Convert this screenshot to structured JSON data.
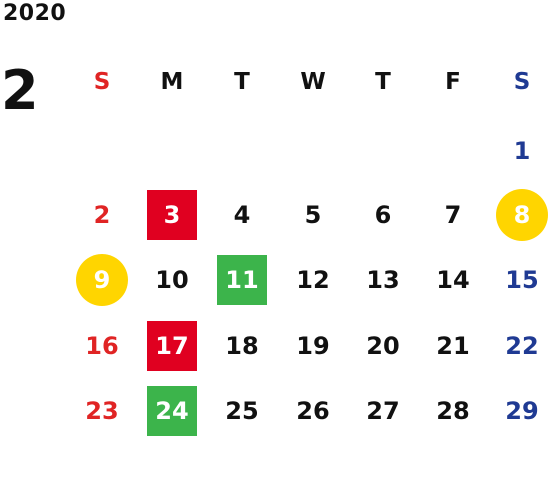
{
  "calendar": {
    "year": "2020",
    "month": "2",
    "weekdays": [
      "S",
      "M",
      "T",
      "W",
      "T",
      "F",
      "S"
    ],
    "weekday_colors": [
      "#e02424",
      "#111111",
      "#111111",
      "#111111",
      "#111111",
      "#111111",
      "#1f3a93"
    ],
    "weeks": [
      [
        "",
        "",
        "",
        "",
        "",
        "",
        "1"
      ],
      [
        "2",
        "3",
        "4",
        "5",
        "6",
        "7",
        "8"
      ],
      [
        "9",
        "10",
        "11",
        "12",
        "13",
        "14",
        "15"
      ],
      [
        "16",
        "17",
        "18",
        "19",
        "20",
        "21",
        "22"
      ],
      [
        "23",
        "24",
        "25",
        "26",
        "27",
        "28",
        "29"
      ]
    ],
    "highlights": {
      "3": "red",
      "17": "red",
      "11": "green",
      "24": "green",
      "8": "yellow",
      "9": "yellow"
    },
    "colors": {
      "red": "#e00020",
      "green": "#3cb44b",
      "yellow": "#ffd500",
      "sunday": "#e02424",
      "saturday": "#1f3a93"
    }
  }
}
